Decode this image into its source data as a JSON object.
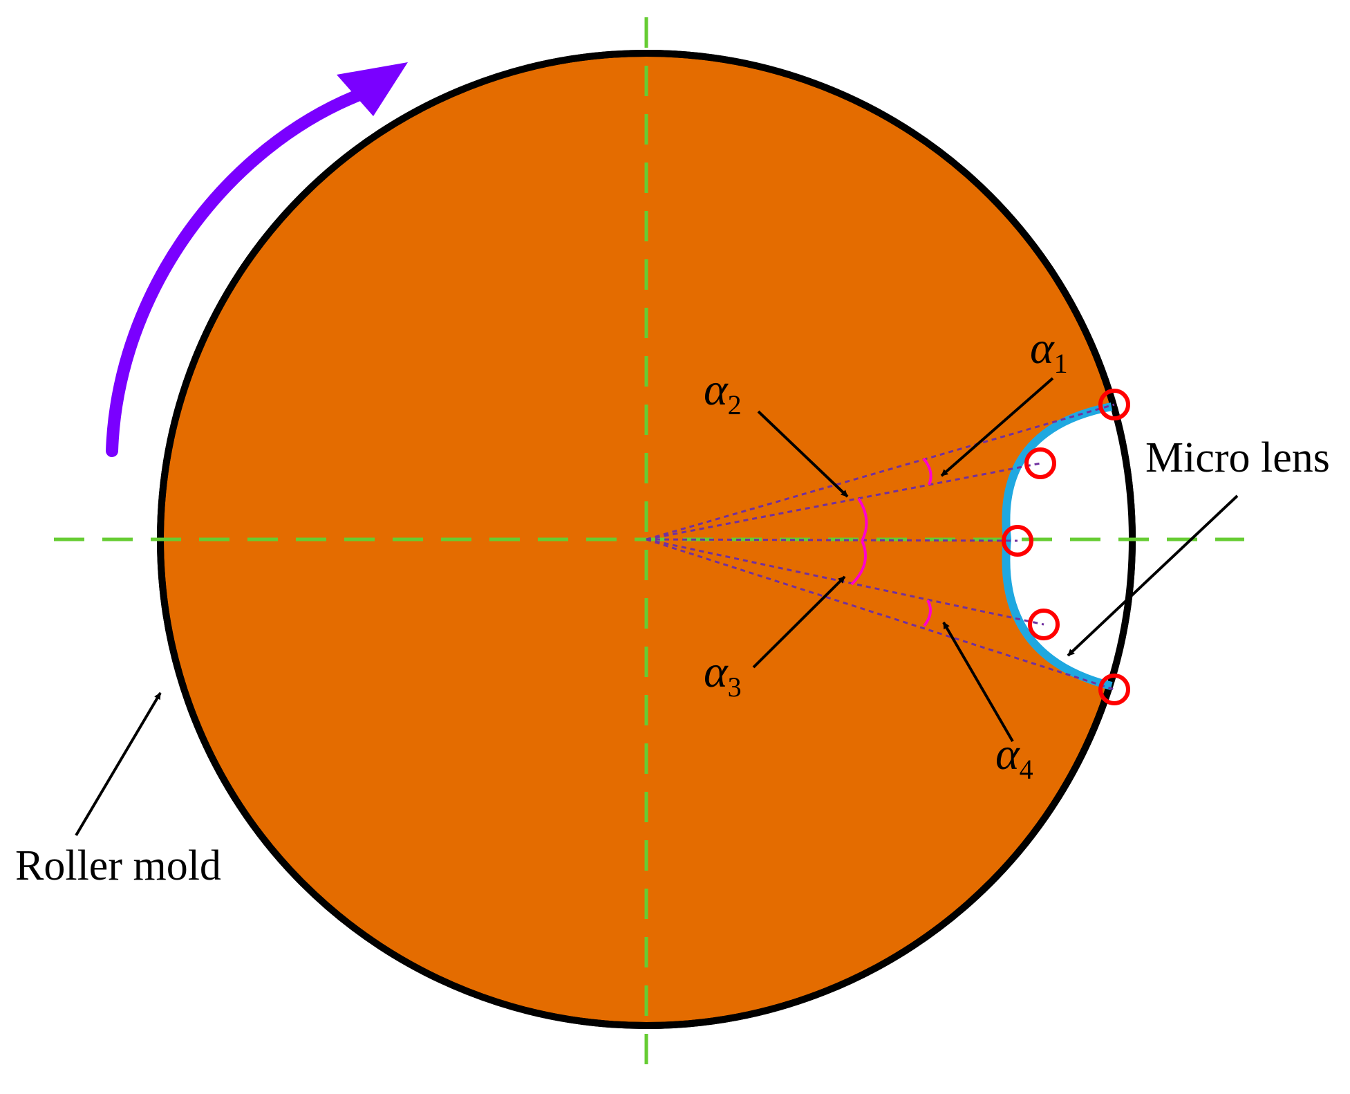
{
  "labels": {
    "roller_mold": "Roller mold",
    "micro_lens": "Micro lens",
    "alpha_symbol": "α",
    "alpha_1_sub": "1",
    "alpha_2_sub": "2",
    "alpha_3_sub": "3",
    "alpha_4_sub": "4"
  },
  "colors": {
    "roller_fill": "#E46C00",
    "roller_outline": "#000000",
    "center_lines": "#66CC33",
    "rotation_arrow": "#7A00FF",
    "micro_lens": "#1FA8E0",
    "sample_points": "#FF0000",
    "angle_rays": "#7030A0",
    "angle_arcs": "#FF00CC",
    "pointer_arrows": "#000000"
  },
  "icons": {
    "rotation": "clockwise-arrow-icon"
  }
}
